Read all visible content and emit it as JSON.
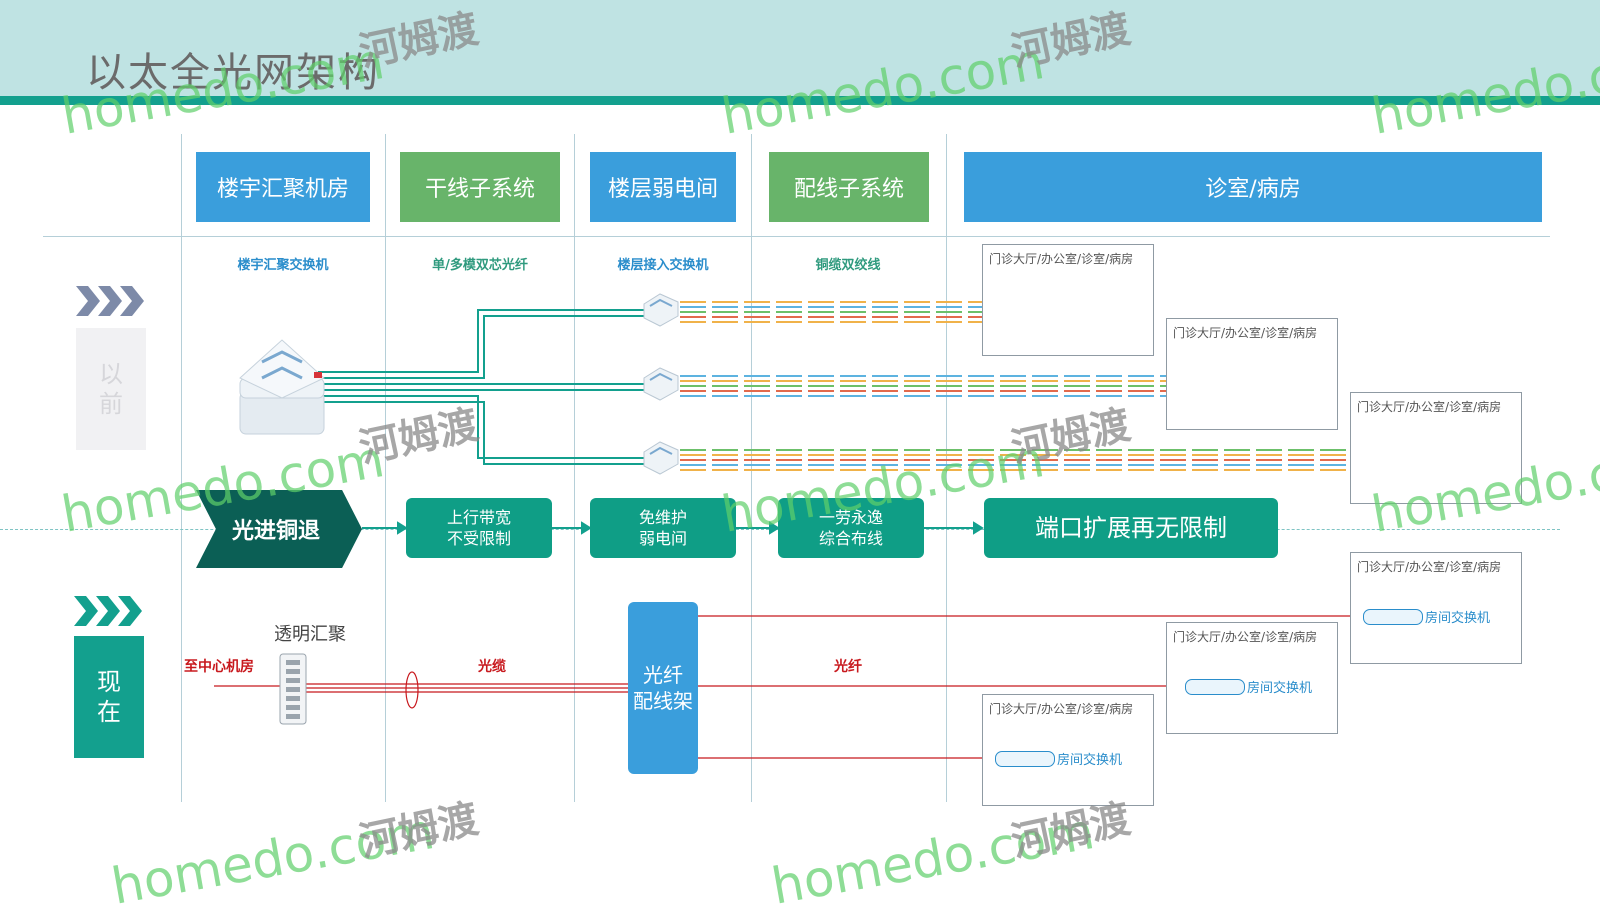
{
  "title": "以太全光网架构",
  "columns": [
    {
      "label": "楼宇汇聚机房",
      "sub": "楼宇汇聚交换机",
      "color": "#3a9edc"
    },
    {
      "label": "干线子系统",
      "sub": "单/多模双芯光纤",
      "color": "#68b46a"
    },
    {
      "label": "楼层弱电间",
      "sub": "楼层接入交换机",
      "color": "#3a9edc"
    },
    {
      "label": "配线子系统",
      "sub": "铜缆双绞线",
      "color": "#68b46a"
    },
    {
      "label": "诊室/病房",
      "sub": "",
      "color": "#3a9edc"
    }
  ],
  "before": {
    "label_top": "以",
    "label_bottom": "前",
    "chevron": "chevrons-right-icon"
  },
  "now": {
    "label_top": "现",
    "label_bottom": "在",
    "chevron": "chevrons-right-icon"
  },
  "flow": {
    "lead": "光进铜退",
    "steps": [
      {
        "line1": "上行带宽",
        "line2": "不受限制"
      },
      {
        "line1": "免维护",
        "line2": "弱电间"
      },
      {
        "line1": "一劳永逸",
        "line2": "综合布线"
      },
      {
        "line1": "端口扩展再无限制",
        "line2": ""
      }
    ]
  },
  "room_label": "门诊大厅/办公室/诊室/病房",
  "now_diagram": {
    "transparent_agg": "透明汇聚",
    "to_center": "至中心机房",
    "cable": "光缆",
    "fiber": "光纤",
    "odf_line1": "光纤",
    "odf_line2": "配线架",
    "room_switch": "房间交换机"
  },
  "watermark": {
    "en": "homedo.com",
    "cn": "河姆渡"
  },
  "colors": {
    "teal": "#13a08e",
    "blue": "#3a9edc",
    "green": "#68b46a",
    "red": "#c8191e",
    "dark": "#0b5f55"
  }
}
